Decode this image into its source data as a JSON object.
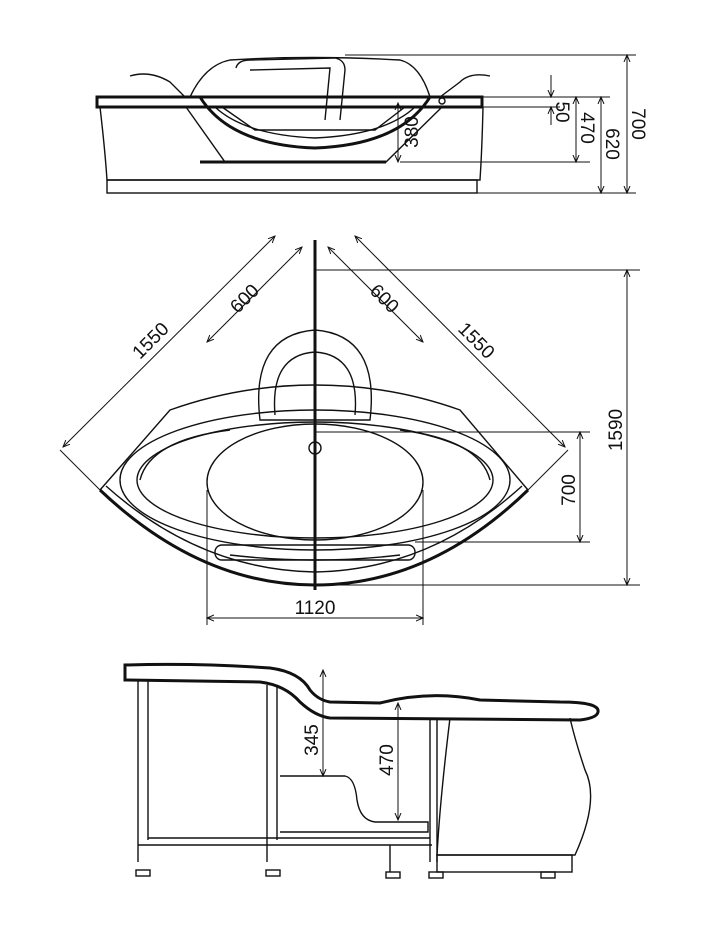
{
  "title": "Corner bathtub dimension drawing",
  "colors": {
    "line": "#111111",
    "background": "#ffffff"
  },
  "front_view": {
    "dimensions": {
      "rim_thickness": "50",
      "tub_height": "470",
      "body_height": "620",
      "total_height": "700",
      "seat_depth": "380"
    }
  },
  "plan_view": {
    "dimensions": {
      "left_side": "1550",
      "right_side": "1550",
      "left_headrest": "600",
      "right_headrest": "600",
      "width_basin": "1120",
      "basin_depth": "700",
      "total_depth": "1590"
    }
  },
  "side_view": {
    "dimensions": {
      "step_height": "345",
      "inner_depth": "470"
    }
  }
}
